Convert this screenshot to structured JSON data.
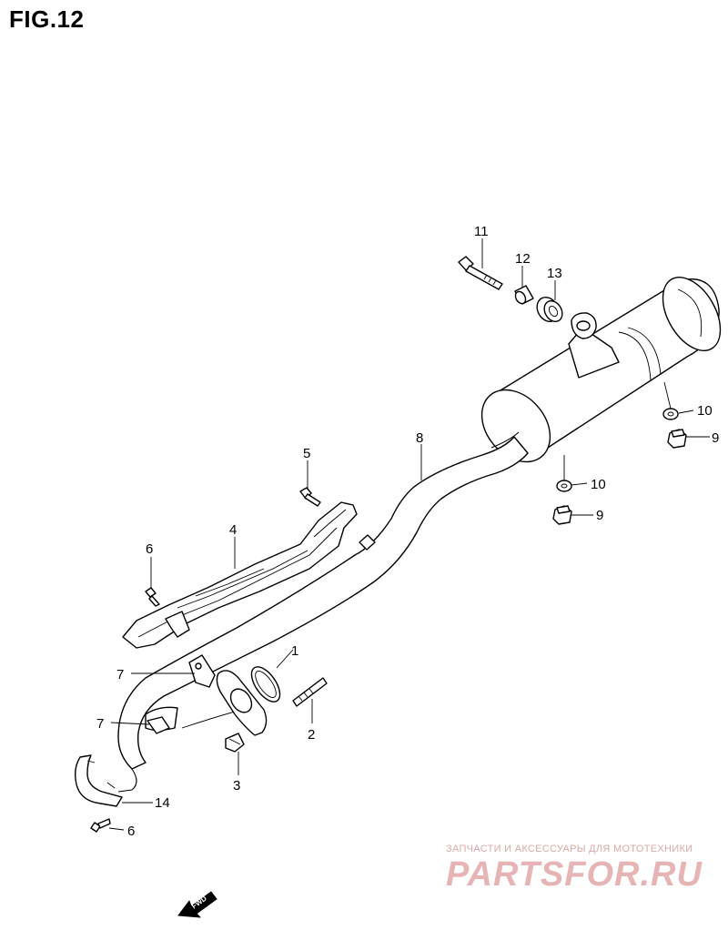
{
  "figure": {
    "title": "FIG.12",
    "fwd_label": "FWD"
  },
  "callouts": [
    {
      "id": "c1",
      "label": "1"
    },
    {
      "id": "c2",
      "label": "2"
    },
    {
      "id": "c3",
      "label": "3"
    },
    {
      "id": "c4",
      "label": "4"
    },
    {
      "id": "c5",
      "label": "5"
    },
    {
      "id": "c6a",
      "label": "6"
    },
    {
      "id": "c6b",
      "label": "6"
    },
    {
      "id": "c7a",
      "label": "7"
    },
    {
      "id": "c7b",
      "label": "7"
    },
    {
      "id": "c8",
      "label": "8"
    },
    {
      "id": "c9a",
      "label": "9"
    },
    {
      "id": "c9b",
      "label": "9"
    },
    {
      "id": "c10a",
      "label": "10"
    },
    {
      "id": "c10b",
      "label": "10"
    },
    {
      "id": "c11",
      "label": "11"
    },
    {
      "id": "c12",
      "label": "12"
    },
    {
      "id": "c13",
      "label": "13"
    },
    {
      "id": "c14",
      "label": "14"
    }
  ],
  "watermark": {
    "tagline": "ЗАПЧАСТИ И АКСЕССУАРЫ ДЛЯ МОТОТЕХНИКИ",
    "brand": "PARTSFOR.RU"
  }
}
